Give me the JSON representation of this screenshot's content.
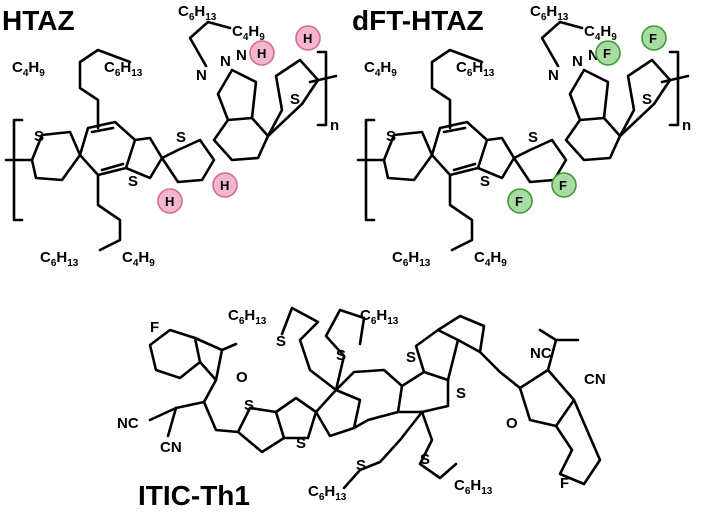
{
  "molecules": {
    "htaz": {
      "name": "HTAZ",
      "substituent": "H",
      "repeat": "n"
    },
    "dft": {
      "name": "dFT-HTAZ",
      "substituent": "F",
      "repeat": "n"
    },
    "itic": {
      "name": "ITIC-Th1",
      "substituent": "F"
    }
  },
  "atoms": {
    "S": "S",
    "N": "N",
    "O": "O",
    "F": "F",
    "NC": "NC",
    "CN": "CN"
  },
  "chains": {
    "c4": "C",
    "c4_sub": "4",
    "c4_h": "H",
    "c4_hsub": "9",
    "c6": "C",
    "c6_sub": "6",
    "c6_h": "H",
    "c6_hsub": "13"
  },
  "colors": {
    "h_highlight": "#f4b6cf",
    "f_highlight": "#a9dca3"
  }
}
